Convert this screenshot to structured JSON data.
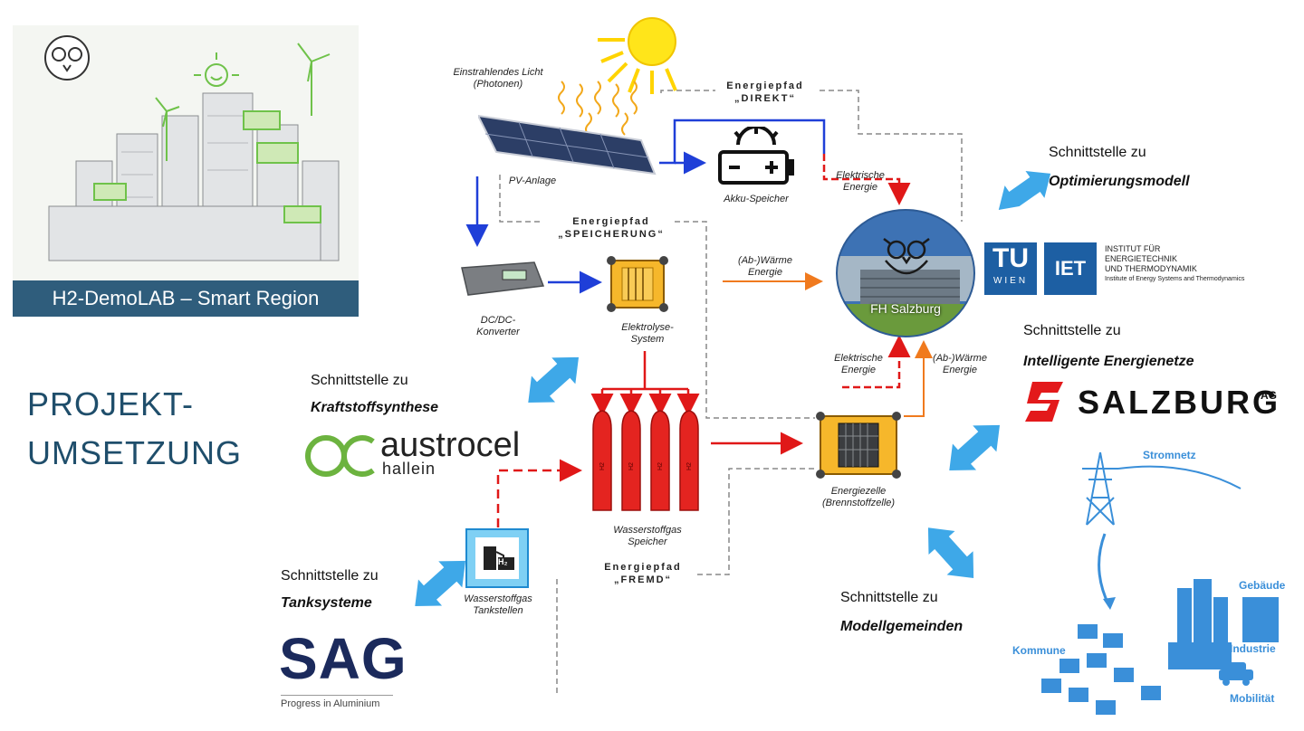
{
  "banner": {
    "title": "H2-DemoLAB – Smart Region"
  },
  "project": {
    "line1": "PROJEKT-",
    "line2": "UMSETZUNG"
  },
  "paths": {
    "direkt": {
      "line1": "Energiepfad",
      "line2": "„DIREKT“"
    },
    "speicherung": {
      "line1": "Energiepfad",
      "line2": "„SPEICHERUNG“"
    },
    "fremd": {
      "line1": "Energiepfad",
      "line2": "„FREMD“"
    }
  },
  "components": {
    "light": {
      "line1": "Einstrahlendes Licht",
      "line2": "(Photonen)"
    },
    "pv": "PV-Anlage",
    "akku": "Akku-Speicher",
    "elec_top": {
      "line1": "Elektrische",
      "line2": "Energie"
    },
    "heat_top": {
      "line1": "(Ab-)Wärme",
      "line2": "Energie"
    },
    "dcdc": {
      "line1": "DC/DC-",
      "line2": "Konverter"
    },
    "elektrolyse": {
      "line1": "Elektrolyse-",
      "line2": "System"
    },
    "fh": "FH Salzburg",
    "elec_bottom": {
      "line1": "Elektrische",
      "line2": "Energie"
    },
    "heat_bottom": {
      "line1": "(Ab-)Wärme",
      "line2": "Energie"
    },
    "h2storage": {
      "line1": "Wasserstoffgas",
      "line2": "Speicher"
    },
    "fuelcell": {
      "line1": "Energiezelle",
      "line2": "(Brennstoffzelle)"
    },
    "tank": {
      "line1": "Wasserstoffgas",
      "line2": "Tankstellen"
    },
    "h2_symbol": "H₂"
  },
  "interfaces": {
    "optimierung": {
      "prefix": "Schnittstelle zu",
      "name": "Optimierungsmodell"
    },
    "netze": {
      "prefix": "Schnittstelle zu",
      "name": "Intelligente Energienetze"
    },
    "kraftstoff": {
      "prefix": "Schnittstelle zu",
      "name": "Kraftstoffsynthese"
    },
    "tank": {
      "prefix": "Schnittstelle zu",
      "name": "Tanksysteme"
    },
    "gemeinden": {
      "prefix": "Schnittstelle zu",
      "name": "Modellgemeinden"
    }
  },
  "logos": {
    "tu": {
      "t": "TU",
      "sub": "WIEN",
      "iet": "IET",
      "inst1": "INSTITUT FÜR",
      "inst2": "ENERGIETECHNIK",
      "inst3": "UND THERMODYNAMIK",
      "inst4": "Institute of Energy Systems and Thermodynamics"
    },
    "salzburg_ag": {
      "name": "SALZBURG",
      "suffix": "AG"
    },
    "austrocel": {
      "name": "austrocel",
      "sub": "hallein"
    },
    "sag": {
      "name": "SAG",
      "tagline": "Progress in Aluminium"
    }
  },
  "grid": {
    "stromnetz": "Stromnetz",
    "gebaeude": "Gebäude",
    "industrie": "Industrie",
    "kommune": "Kommune",
    "mobilitaet": "Mobilität"
  },
  "colors": {
    "blue_arrow": "#1f3fd8",
    "red_arrow": "#e01818",
    "orange_arrow": "#f07a1e",
    "interface_arrow": "#3ea8e8",
    "banner": "#2f5d7c",
    "project_text": "#1f4e6b",
    "grid_blue": "#3a8fd9"
  }
}
